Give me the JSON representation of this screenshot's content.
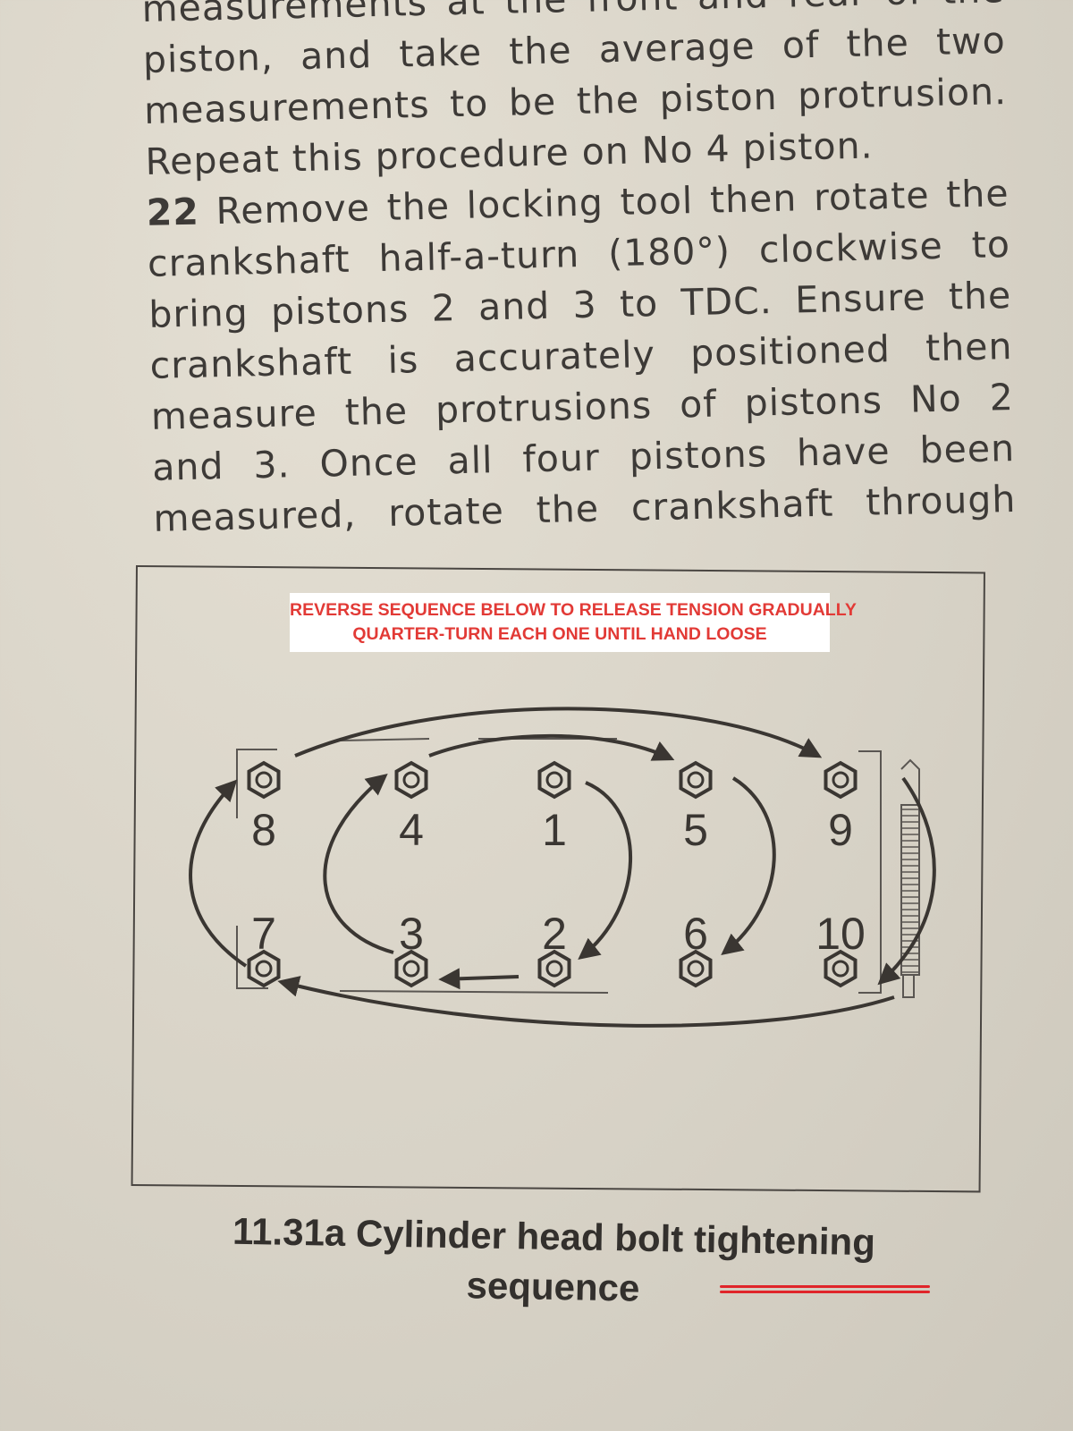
{
  "body_text": {
    "lines": [
      "measurements at the front and rear of the",
      "piston, and take the average of the two",
      "measurements to be the piston protrusion.",
      "Repeat this procedure on No 4 piston."
    ],
    "step_number": "22",
    "step_first_line": "Remove the locking tool then rotate the",
    "step_lines": [
      "crankshaft half-a-turn (180°) clockwise to",
      "bring pistons 2 and 3 to TDC. Ensure the",
      "crankshaft is accurately positioned then",
      "measure the protrusions of pistons No 2",
      "and 3. Once all four pistons have been",
      "measured, rotate the crankshaft through"
    ]
  },
  "note": {
    "line1": "REVERSE SEQUENCE BELOW TO RELEASE TENSION GRADUALLY",
    "line2": "QUARTER-TURN EACH ONE UNTIL HAND LOOSE",
    "color": "#e23a36"
  },
  "diagram": {
    "bolts": [
      {
        "label": "8",
        "row": "top",
        "column": 1
      },
      {
        "label": "4",
        "row": "top",
        "column": 2
      },
      {
        "label": "1",
        "row": "top",
        "column": 3
      },
      {
        "label": "5",
        "row": "top",
        "column": 4
      },
      {
        "label": "9",
        "row": "top",
        "column": 5
      },
      {
        "label": "7",
        "row": "bottom",
        "column": 1
      },
      {
        "label": "3",
        "row": "bottom",
        "column": 2
      },
      {
        "label": "2",
        "row": "bottom",
        "column": 3
      },
      {
        "label": "6",
        "row": "bottom",
        "column": 4
      },
      {
        "label": "10",
        "row": "bottom",
        "column": 5
      }
    ]
  },
  "caption": {
    "line1": "11.31a Cylinder head bolt tightening",
    "line2": "sequence",
    "underline_color": "#e0252a"
  }
}
